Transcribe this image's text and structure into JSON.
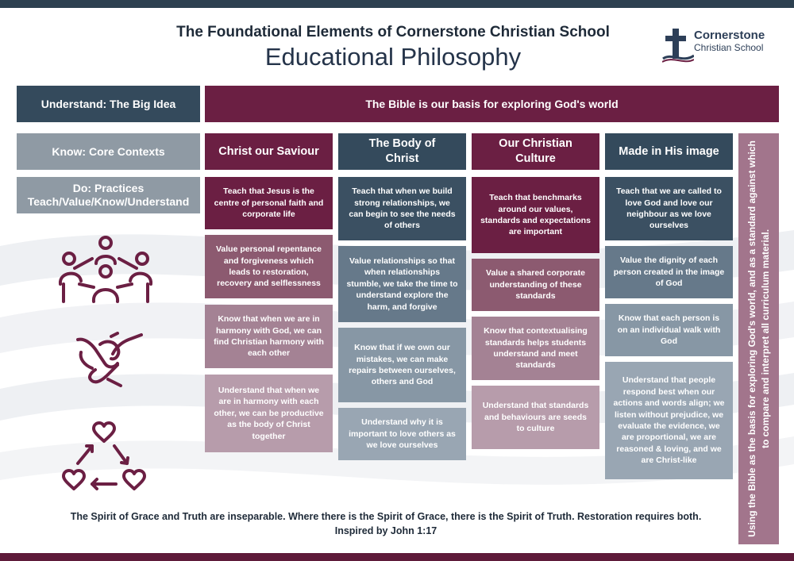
{
  "colors": {
    "navy": "#344a5c",
    "maroon": "#6b1f43",
    "grey": "#8f9aa4",
    "side": "#a2758c"
  },
  "header": {
    "subtitle": "The Foundational Elements of Cornerstone Christian School",
    "title": "Educational Philosophy"
  },
  "logo": {
    "line1": "Cornerstone",
    "line2": "Christian School",
    "icon": "cross-icon"
  },
  "rows": {
    "understand": {
      "label": "Understand: The Big Idea",
      "value": "The Bible is our basis for exploring God's world"
    },
    "know": {
      "label": "Know: Core Contexts"
    },
    "do": {
      "label_line1": "Do: Practices",
      "label_line2": "Teach/Value/Know/Understand"
    }
  },
  "columns": [
    {
      "title": "Christ our Saviour",
      "cells": [
        "Teach that Jesus is the centre of personal faith and corporate life",
        "Value personal repentance and forgiveness which leads to restoration, recovery and selflessness",
        "Know that when we are in harmony with God, we can find Christian harmony with each other",
        "Understand that when we are in harmony with each other, we can be productive as the body of Christ together"
      ]
    },
    {
      "title": "The Body of Christ",
      "cells": [
        "Teach that when we build strong relationships, we can begin to see the needs of others",
        "Value relationships so that when relationships stumble, we take the time to understand explore the harm, and forgive",
        "Know that if we own our mistakes, we can make repairs between ourselves, others and God",
        "Understand why it is important to love others as we love ourselves"
      ]
    },
    {
      "title": "Our Christian Culture",
      "cells": [
        "Teach that benchmarks around our values, standards and expectations are important",
        "Value a shared corporate understanding of these standards",
        "Know that contextualising standards helps students understand and meet standards",
        "Understand that standards and behaviours are seeds to culture"
      ]
    },
    {
      "title": "Made in His image",
      "cells": [
        "Teach that we are called to love God and love our neighbour as we love ourselves",
        "Value the dignity of each person created in the image of God",
        "Know that each person is on an individual walk with God",
        "Understand that people respond best when our actions and words align; we listen without prejudice, we evaluate the evidence, we are proportional, we are reasoned & loving, and we are Christ-like"
      ]
    }
  ],
  "side_note": "Using the Bible as the basis for exploring God's world, and as a standard against which to compare and interpret all curriculum material.",
  "icons": [
    "community-circle-icon",
    "handshake-icon",
    "heart-cycle-icon"
  ],
  "footer": {
    "line1": "The Spirit of Grace and Truth are inseparable. Where there is the Spirit of Grace, there is the Spirit of Truth. Restoration requires both.",
    "line2": "Inspired by John 1:17"
  }
}
